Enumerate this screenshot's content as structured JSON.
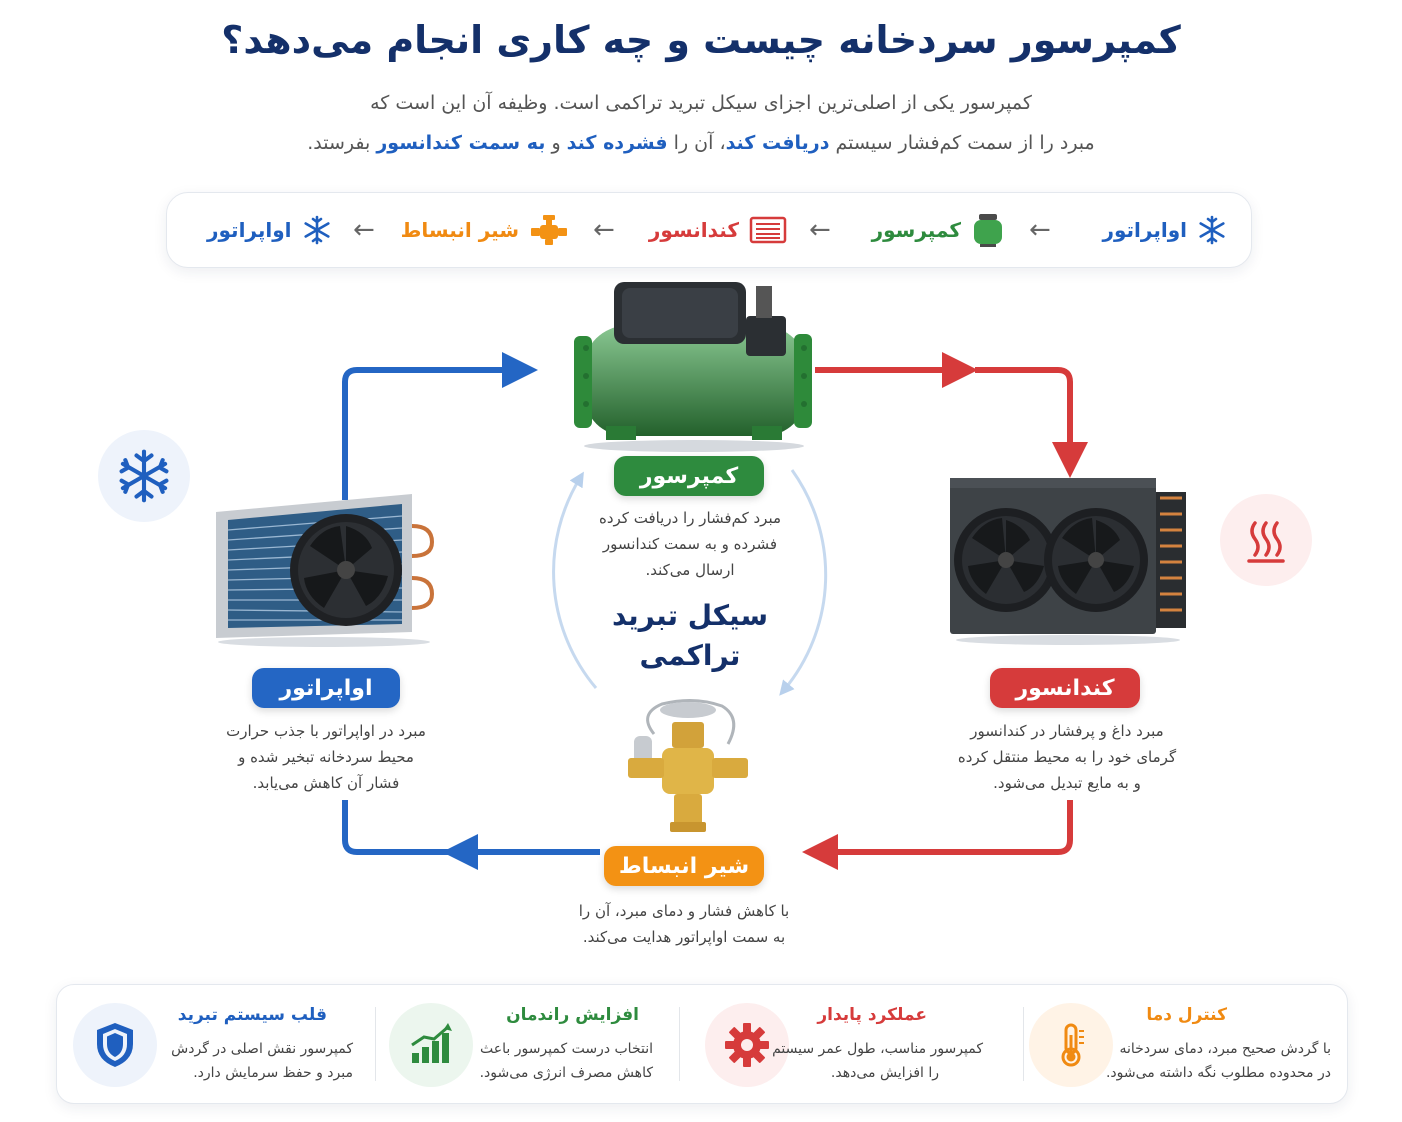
{
  "header": {
    "title": "کمپرسور سردخانه چیست و چه کاری انجام می‌دهد؟",
    "intro_line1": "کمپرسور یکی از اصلی‌ترین اجزای سیکل تبرید تراکمی است. وظیفه آن این است که",
    "intro_line2": {
      "p1": "مبرد را از سمت کم‌فشار سیستم ",
      "h1": "دریافت کند",
      "p2": "، آن را ",
      "h2": "فشرده کند",
      "p3": " و ",
      "h3": "به سمت کندانسور",
      "p4": " بفرستد."
    }
  },
  "flow": {
    "items": [
      {
        "label": "اواپراتور",
        "color": "#1f5fbf",
        "icon": "snowflake-icon"
      },
      {
        "label": "کمپرسور",
        "color": "#2e8b3e",
        "icon": "compressor-icon"
      },
      {
        "label": "کندانسور",
        "color": "#d63b3b",
        "icon": "condenser-icon"
      },
      {
        "label": "شیر انبساط",
        "color": "#f08a12",
        "icon": "valve-icon"
      },
      {
        "label": "اواپراتور",
        "color": "#1f5fbf",
        "icon": "snowflake-icon"
      }
    ],
    "arrow": "←"
  },
  "components": {
    "compressor": {
      "label": "کمپرسور",
      "color": "#2e8b3e",
      "desc": [
        "مبرد کم‌فشار را دریافت کرده",
        "فشرده و به سمت کندانسور",
        "ارسال می‌کند."
      ]
    },
    "evaporator": {
      "label": "اواپراتور",
      "color": "#2466c4",
      "desc": [
        "مبرد در اواپراتور با جذب حرارت",
        "محیط سردخانه تبخیر شده و",
        "فشار آن کاهش می‌یابد."
      ]
    },
    "condenser": {
      "label": "کندانسور",
      "color": "#d63b3b",
      "desc": [
        "مبرد داغ و پرفشار در کندانسور",
        "گرمای خود را به محیط منتقل کرده",
        "و به مایع تبدیل می‌شود."
      ]
    },
    "valve": {
      "label": "شیر انبساط",
      "color": "#f39214",
      "desc": [
        "با کاهش فشار و دمای مبرد، آن را",
        "به سمت اواپراتور هدایت می‌کند."
      ]
    }
  },
  "cycle": {
    "line1": "سیکل تبرید",
    "line2": "تراکمی"
  },
  "features": [
    {
      "title": "کنترل دما",
      "color": "#f08a12",
      "icon": "thermometer-icon",
      "desc": [
        "با گردش صحیح مبرد، دمای سردخانه",
        "در محدوده مطلوب نگه داشته می‌شود."
      ]
    },
    {
      "title": "عملکرد پایدار",
      "color": "#d63b3b",
      "icon": "gear-icon",
      "desc": [
        "کمپرسور مناسب، طول عمر سیستم",
        "را افزایش می‌دهد."
      ]
    },
    {
      "title": "افزایش راندمان",
      "color": "#2e8b3e",
      "icon": "chart-up-icon",
      "desc": [
        "انتخاب درست کمپرسور باعث",
        "کاهش مصرف انرژی می‌شود."
      ]
    },
    {
      "title": "قلب سیستم تبرید",
      "color": "#1f5fbf",
      "icon": "shield-icon",
      "desc": [
        "کمپرسور نقش اصلی در گردش",
        "مبرد و حفظ سرمایش دارد."
      ]
    }
  ],
  "colors": {
    "blue": "#2466c4",
    "red": "#d63b3b",
    "green": "#2e8b3e",
    "orange": "#f39214",
    "navy": "#14306a"
  }
}
